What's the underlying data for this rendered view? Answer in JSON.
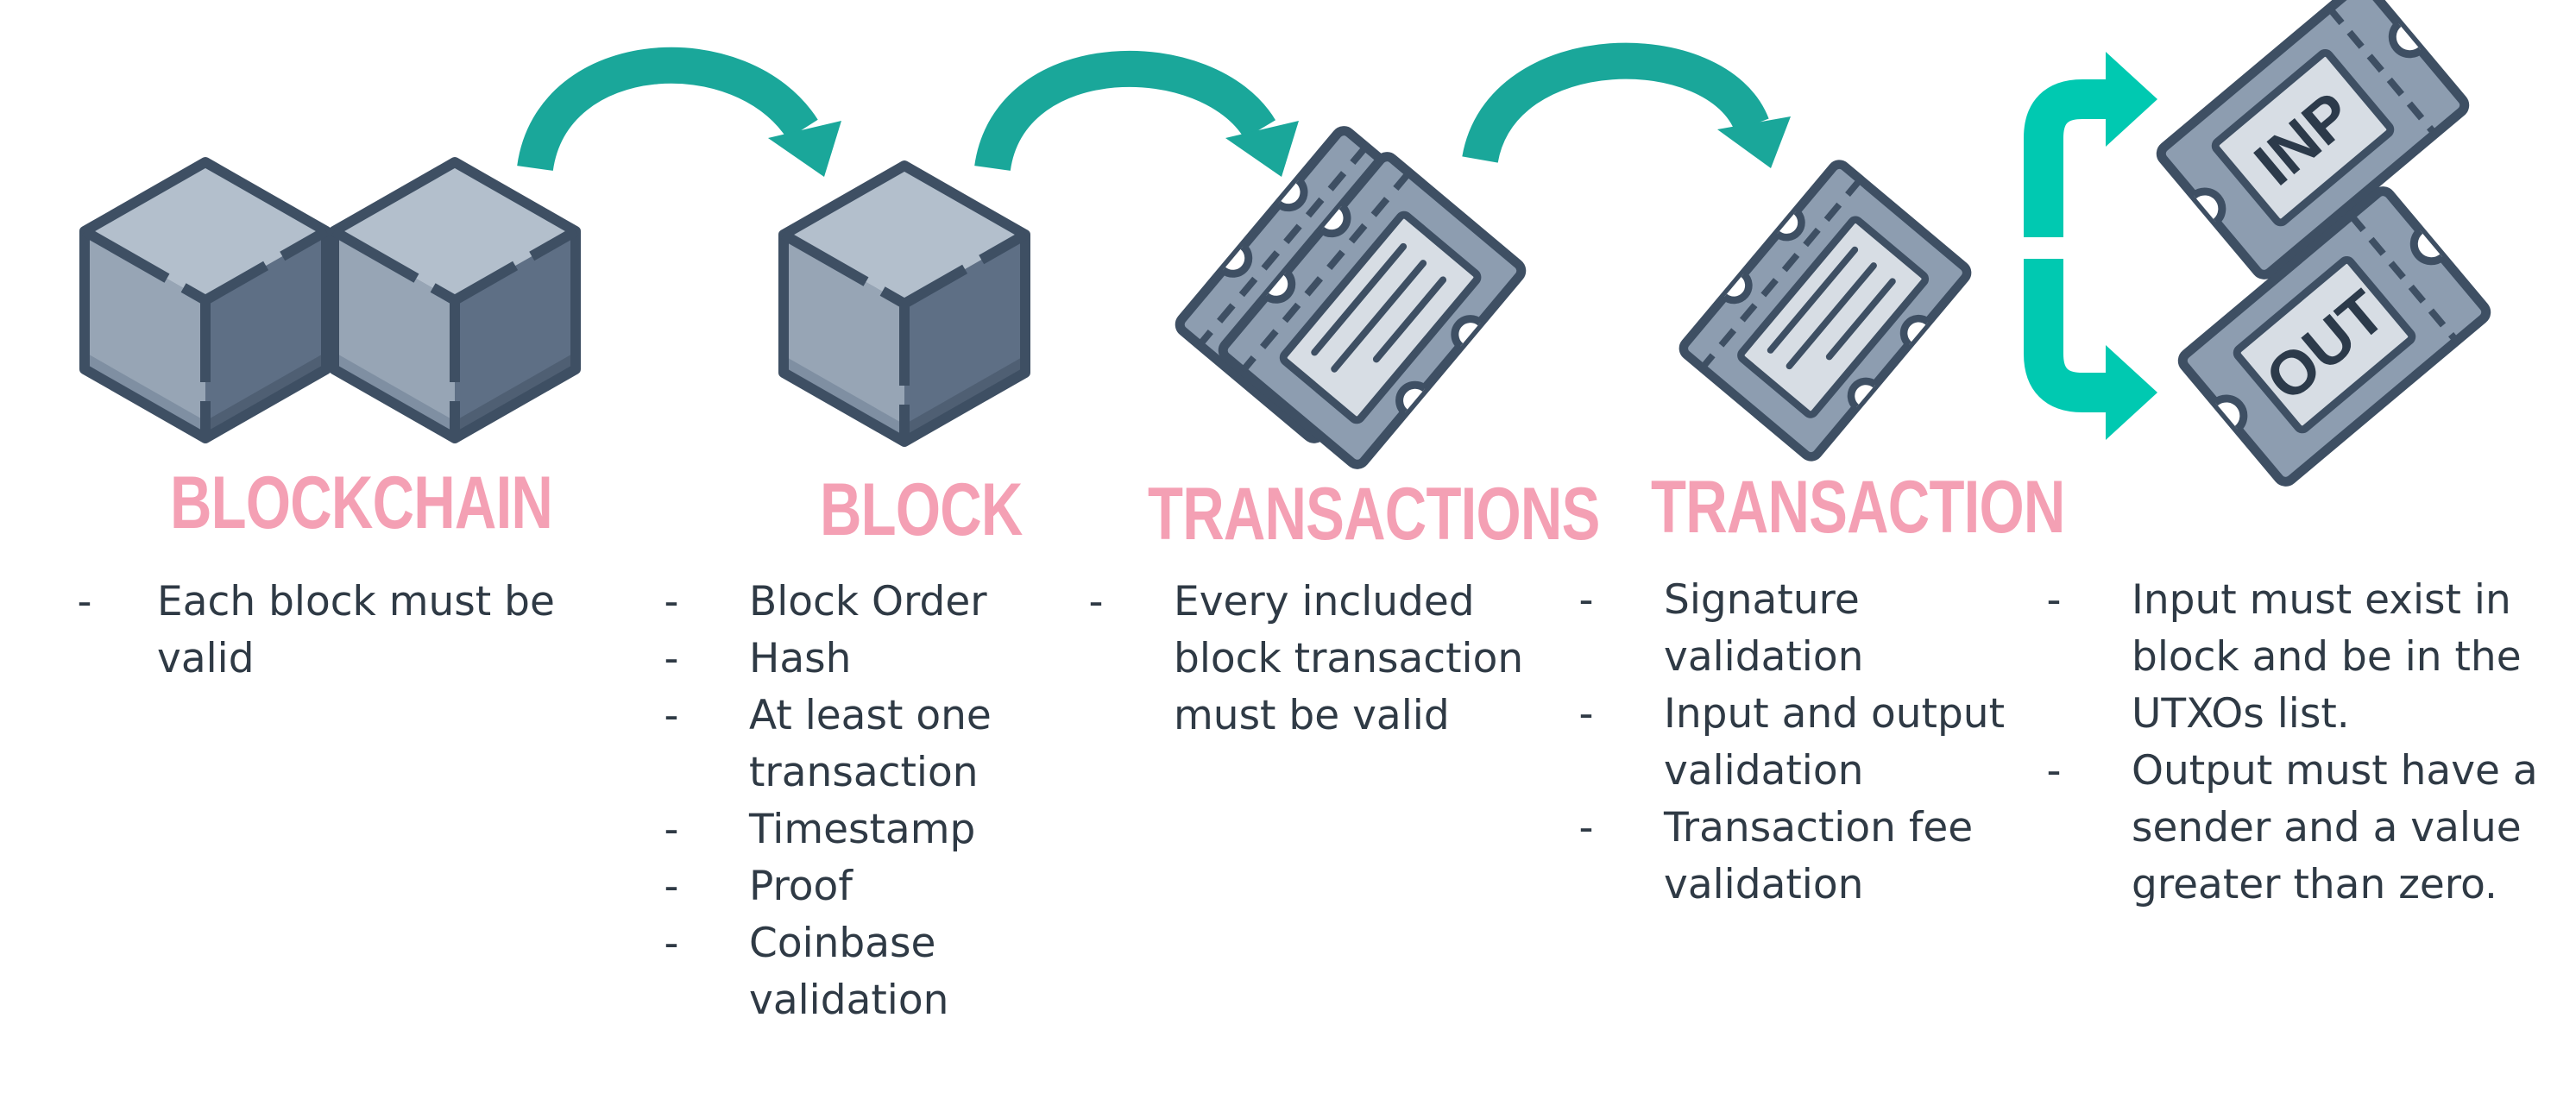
{
  "colors": {
    "title": "#f4a0b4",
    "arrow": "#1aa79a",
    "cube_light": "#a9b5c3",
    "cube_dark": "#5b6b80",
    "outline": "#3e4f63",
    "text": "#2f3a45"
  },
  "icons": [
    "blockchain-cubes-icon",
    "block-cube-icon",
    "transactions-tickets-icon",
    "transaction-ticket-icon",
    "split-arrow-icon",
    "input-ticket-icon",
    "output-ticket-icon",
    "curved-arrow-icon"
  ],
  "stages": [
    {
      "title": "BLOCKCHAIN",
      "items": [
        "Each block must be valid"
      ]
    },
    {
      "title": "BLOCK",
      "items": [
        "Block Order",
        "Hash",
        "At least one transaction",
        "Timestamp",
        "Proof",
        "Coinbase validation"
      ]
    },
    {
      "title": "TRANSACTIONS",
      "items": [
        "Every included block transaction must be valid"
      ]
    },
    {
      "title": "TRANSACTION",
      "items": [
        "Signature validation",
        "Input and output validation",
        "Transaction fee validation"
      ]
    },
    {
      "title": "",
      "items": [
        "Input must exist in block and be in the UTXOs list.",
        "Output must have a sender and a value greater than zero."
      ]
    }
  ],
  "tickets": {
    "input_label": "INP",
    "output_label": "OUT"
  },
  "bullet": "-"
}
